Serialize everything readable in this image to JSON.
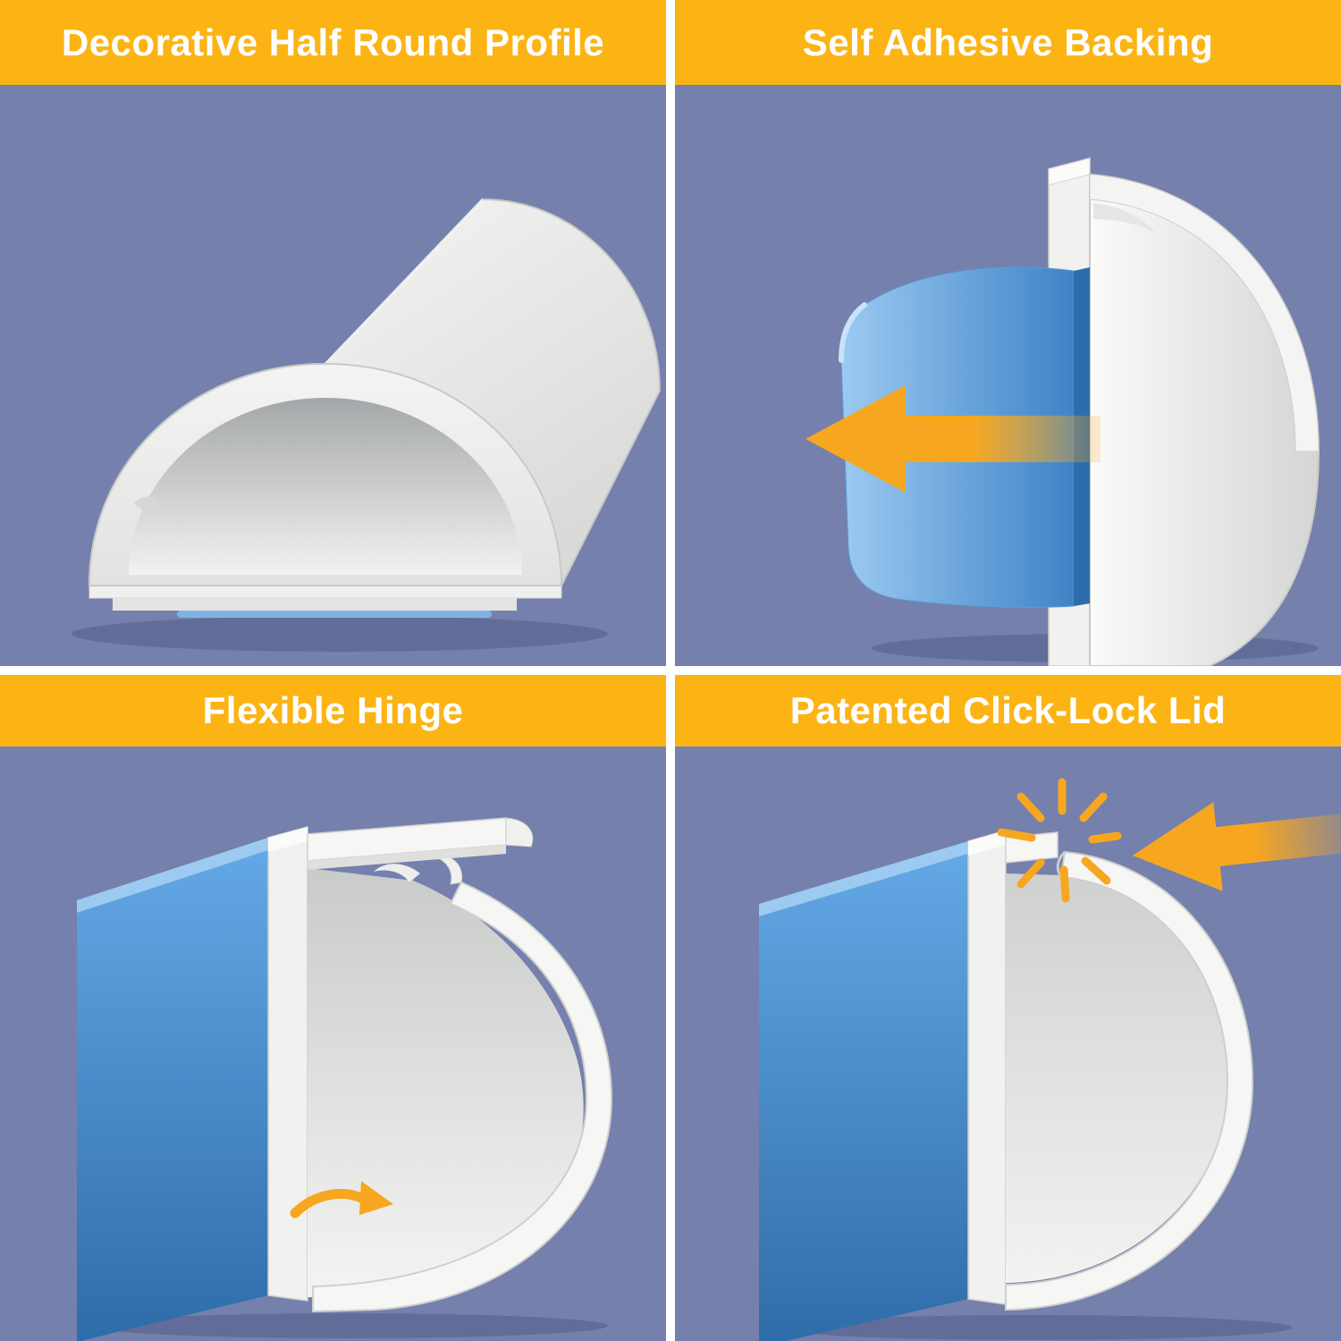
{
  "colors": {
    "header_yellow": "#FCB415",
    "panel_background": "#7580AC",
    "divider_white": "#FFFFFF",
    "title_text": "#FFFFFF",
    "product_white": "#F4F4F2",
    "adhesive_blue": "#3F83C6",
    "liner_blue": "#9CCAF2",
    "sheet_blue_top": "#64AAE6",
    "sheet_blue_bottom": "#2E6CA9",
    "arrow_orange": "#F7A71F"
  },
  "panels": [
    {
      "id": "top-left",
      "title": "Decorative Half Round Profile",
      "illustration": "half-round-cable-raceway"
    },
    {
      "id": "top-right",
      "title": "Self Adhesive Backing",
      "illustration": "adhesive-liner-peel"
    },
    {
      "id": "bottom-left",
      "title": "Flexible Hinge",
      "illustration": "open-lid-cross-section"
    },
    {
      "id": "bottom-right",
      "title": "Patented Click-Lock Lid",
      "illustration": "click-lock-cross-section"
    }
  ],
  "icons": {
    "peel_arrow": "left-arrow-icon",
    "hinge_arrow": "curved-arrow-icon",
    "click_burst": "burst-icon",
    "push_arrow": "left-arrow-icon"
  }
}
